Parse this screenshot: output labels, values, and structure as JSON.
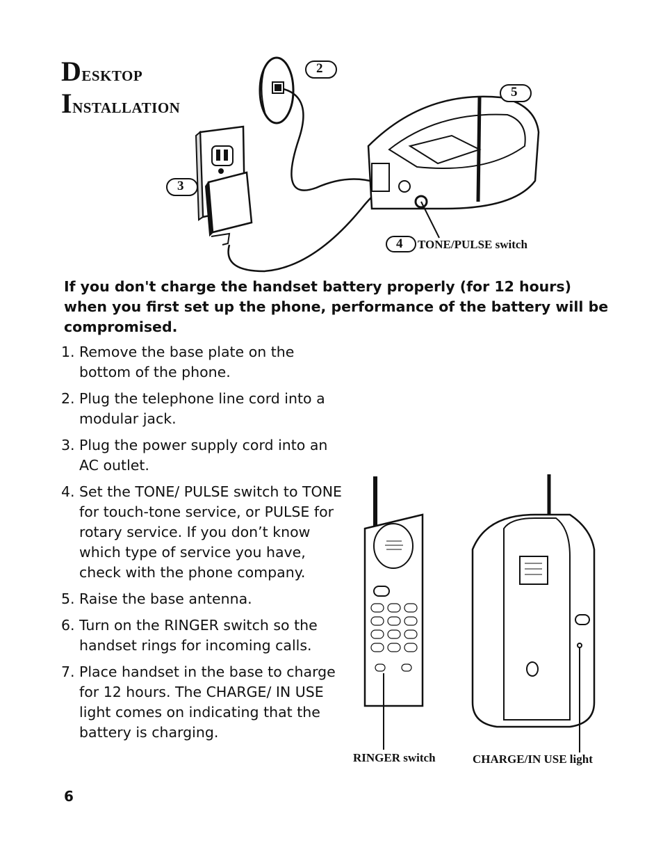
{
  "title": {
    "line1_initial": "D",
    "line1_rest": "esktop",
    "line2_initial": "I",
    "line2_rest": "nstallation"
  },
  "diagram": {
    "callouts": [
      "2",
      "3",
      "4",
      "5"
    ],
    "tone_pulse_label": "TONE/PULSE switch",
    "ringer_label": "RINGER switch",
    "charge_label": "CHARGE/IN USE light"
  },
  "warning": "If you don't charge the handset battery properly (for 12 hours) when you first set up the phone, performance of the battery will be compromised.",
  "steps": [
    {
      "num": "1.",
      "text": "Remove the base plate on the bottom of the phone."
    },
    {
      "num": "2.",
      "text": "Plug the telephone line cord into a modular jack."
    },
    {
      "num": "3.",
      "text": "Plug the power supply cord into an AC outlet."
    },
    {
      "num": "4.",
      "text": "Set the TONE/ PULSE switch to TONE for touch-tone service, or PULSE for rotary service. If you don’t know which type of service you have, check with the phone company."
    },
    {
      "num": "5.",
      "text": "Raise the base antenna."
    },
    {
      "num": "6.",
      "text": "Turn on the RINGER switch so the handset rings for incoming calls."
    },
    {
      "num": "7.",
      "text": "Place handset in the base to charge for 12 hours. The CHARGE/ IN USE light comes on indicating that the battery is charging."
    }
  ],
  "page_number": "6"
}
